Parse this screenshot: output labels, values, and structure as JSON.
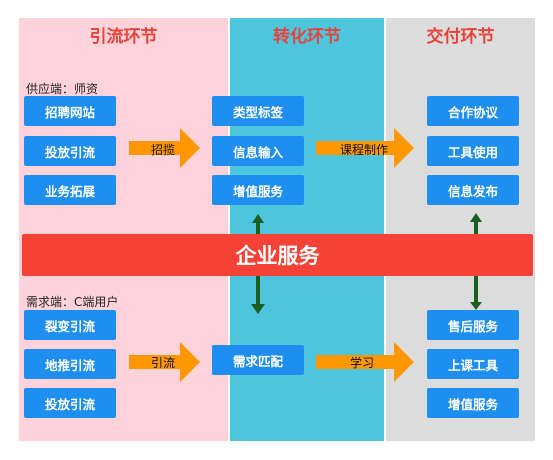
{
  "columns": {
    "acquire": {
      "title": "引流环节"
    },
    "convert": {
      "title": "转化环节"
    },
    "deliver": {
      "title": "交付环节"
    }
  },
  "supply": {
    "label": "供应端：师资",
    "acquire_items": [
      "招聘网站",
      "投放引流",
      "业务拓展"
    ],
    "convert_items": [
      "类型标签",
      "信息输入",
      "增值服务"
    ],
    "deliver_items": [
      "合作协议",
      "工具使用",
      "信息发布"
    ],
    "arrow1_label": "招揽",
    "arrow2_label": "课程制作"
  },
  "band": {
    "label": "企业服务"
  },
  "demand": {
    "label": "需求端：C端用户",
    "acquire_items": [
      "裂变引流",
      "地推引流",
      "投放引流"
    ],
    "convert_items": [
      "需求匹配"
    ],
    "deliver_items": [
      "售后服务",
      "上课工具",
      "增值服务"
    ],
    "arrow1_label": "引流",
    "arrow2_label": "学习"
  },
  "colors": {
    "orange_arrow": "#ff9800",
    "green_arrow": "#1b5e20",
    "box": "#1e8ff1",
    "band": "#f44336",
    "title": "#e9423a"
  }
}
